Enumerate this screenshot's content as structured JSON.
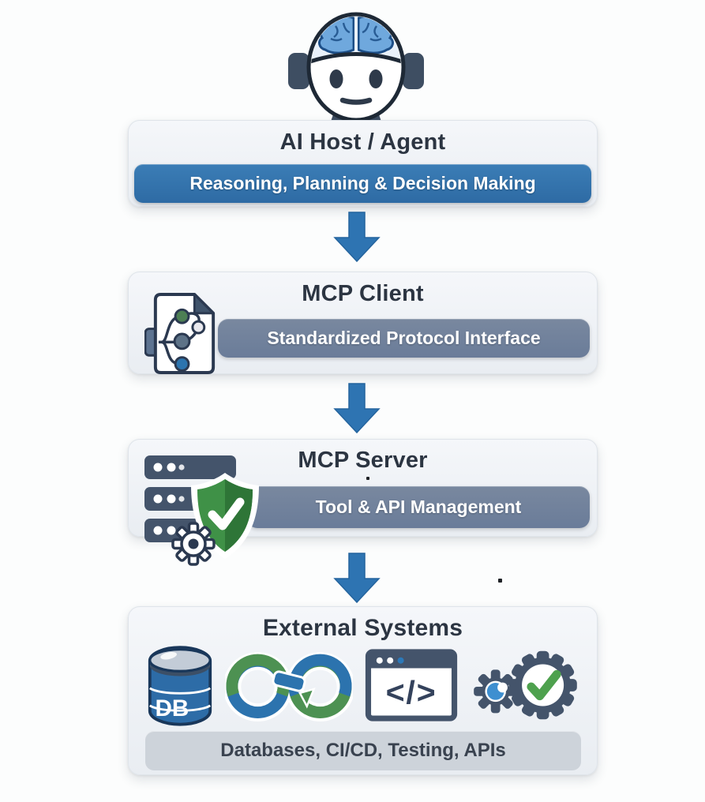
{
  "canvas": {
    "background": "#fcfdfd"
  },
  "nodes": [
    {
      "id": "ai-host-agent",
      "title": "AI Host / Agent",
      "subtitle": "Reasoning, Planning & Decision Making",
      "icon": "robot-head-icon",
      "subtitle_bg": "#3474ab"
    },
    {
      "id": "mcp-client",
      "title": "MCP Client",
      "subtitle": "Standardized Protocol Interface",
      "icon": "protocol-document-icon",
      "subtitle_bg": "#72819e"
    },
    {
      "id": "mcp-server",
      "title": "MCP Server",
      "subtitle": "Tool & API Management",
      "icon": "server-shield-gear-icon",
      "subtitle_bg": "#72819e"
    },
    {
      "id": "external-systems",
      "title": "External Systems",
      "subtitle": "Databases, CI/CD, Testing, APIs",
      "icons": [
        "database-icon",
        "cicd-loop-icon",
        "code-window-icon",
        "gears-check-icon"
      ],
      "subtitle_bg": "#cdd3da",
      "database_label": "DB",
      "code_glyph": "</>"
    }
  ],
  "flow": {
    "direction": "top-to-bottom",
    "arrow_icon": "down-arrow-icon",
    "arrow_color": "#2e74b2"
  },
  "colors": {
    "title_text": "#2c3542",
    "pill_blue": "#3474ab",
    "pill_slate": "#72819e",
    "pill_gray": "#cdd3da",
    "pill_gray_text": "#39424f",
    "node_background": "#eef1f5",
    "shield_green": "#3f9147",
    "dark_slate_icon": "#44546b",
    "icon_blue": "#2d6ca7"
  }
}
